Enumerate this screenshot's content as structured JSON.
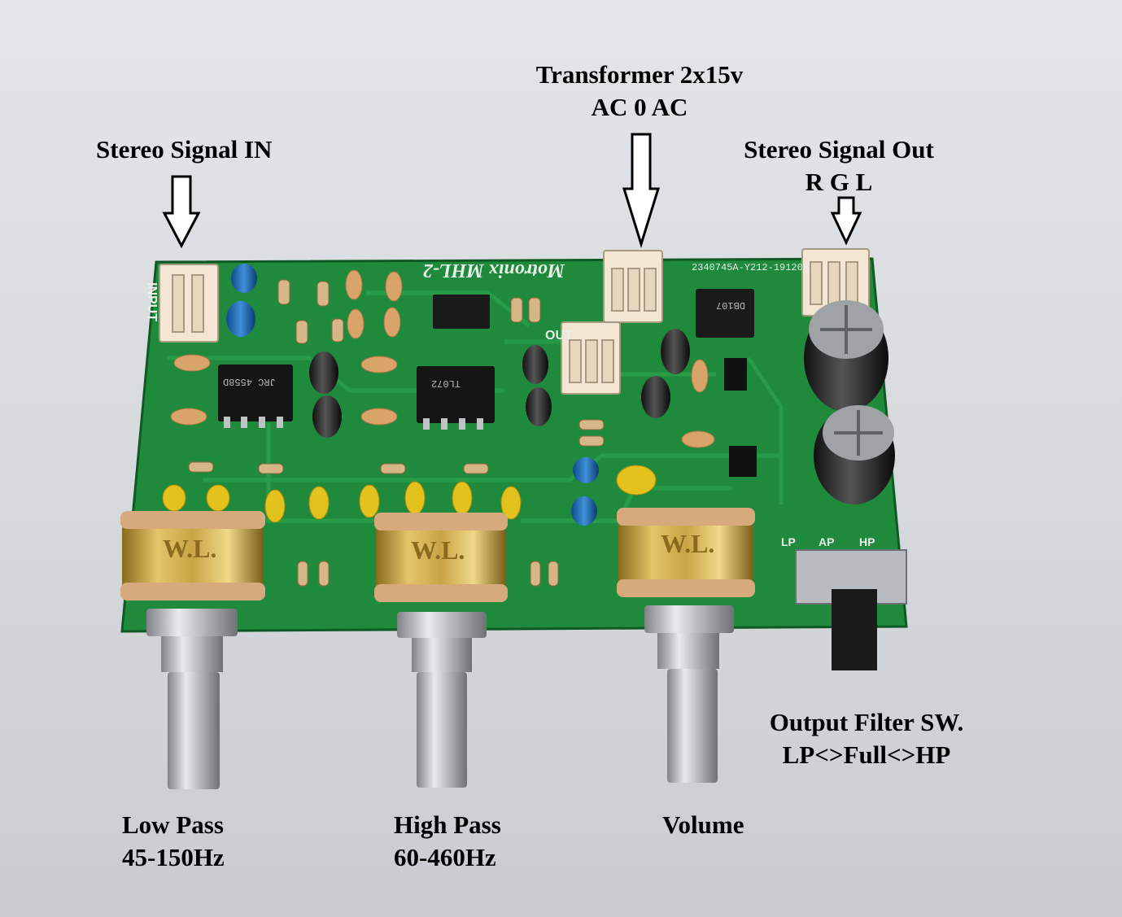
{
  "labels": {
    "stereo_in": "Stereo Signal IN",
    "transformer_line1": "Transformer 2x15v",
    "transformer_line2": "AC 0 AC",
    "stereo_out_line1": "Stereo Signal Out",
    "stereo_out_line2": "R G L",
    "filter_sw_line1": "Output Filter SW.",
    "filter_sw_line2": "LP<>Full<>HP",
    "low_pass_line1": "Low Pass",
    "low_pass_line2": "45-150Hz",
    "high_pass_line1": "High Pass",
    "high_pass_line2": "60-460Hz",
    "volume": "Volume"
  },
  "board": {
    "brand": "Motronix MHL-2",
    "serial": "2340745A-Y212-191208",
    "pot_marking": "W.L.",
    "ic1": "JRC 4558D",
    "ic2": "TL072",
    "input_silk": "INPUT",
    "output_silk": "OUT",
    "switch_positions": [
      "LP",
      "AP",
      "HP"
    ],
    "br1": "DB107"
  },
  "colors": {
    "pcb": "#1f8a3c",
    "pcb_dark": "#14652a",
    "brass": "#c9a445",
    "background": "#d8dbde"
  }
}
